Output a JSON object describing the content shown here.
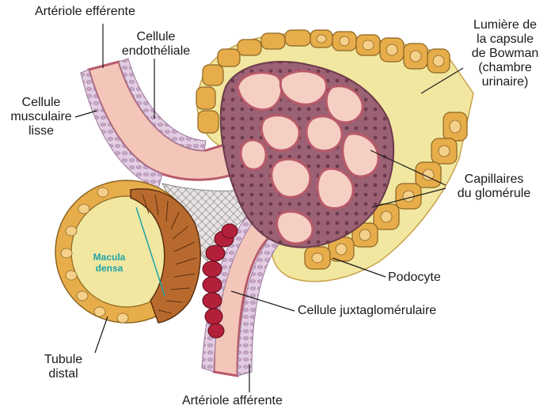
{
  "labels": {
    "arteriole_efferente": "Artériole efférente",
    "cellule_endotheliale": [
      "Cellule",
      "endothéliale"
    ],
    "cellule_musculaire": [
      "Cellule",
      "musculaire",
      "lisse"
    ],
    "lumiere_capsule": [
      "Lumière de",
      "la capsule",
      "de Bowman",
      "(chambre",
      "urinaire)"
    ],
    "capillaires": [
      "Capillaires",
      "du glomérule"
    ],
    "macula_densa": [
      "Macula",
      "densa"
    ],
    "podocyte": "Podocyte",
    "juxtaglomerulaire": "Cellule juxtaglomérulaire",
    "tubule_distal": [
      "Tubule",
      "distal"
    ],
    "arteriole_afferente": "Artériole afférente"
  },
  "colors": {
    "capsule_fill": "#f1e7a0",
    "capsule_cells": "#e6ad4a",
    "vessel_fill": "#f3c6b9",
    "vessel_wall": "#b85a6a",
    "capillary_fill": "#f6cfc4",
    "mesangium": "#a06a78",
    "muscle_cells": "#d9c0d8",
    "macula_cells": "#b86a2e",
    "jg_cells": "#b3203a",
    "macula_text": "#1fa3a8"
  }
}
